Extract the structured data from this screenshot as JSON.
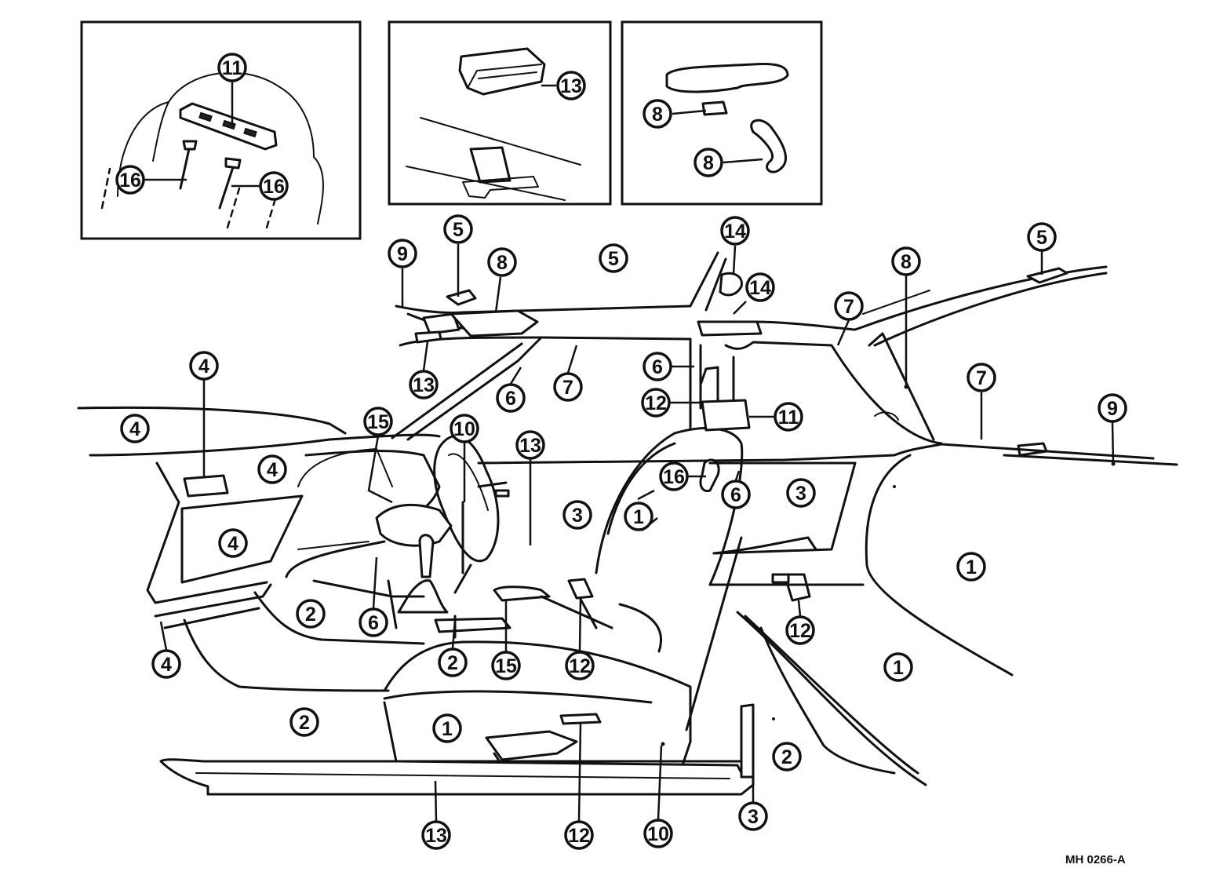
{
  "diagram_code": "MH  0266-A",
  "part_numbers": {
    "p1": "1",
    "p2": "2",
    "p3": "3",
    "p4": "4",
    "p5": "5",
    "p6": "6",
    "p7": "7",
    "p8": "8",
    "p9": "9",
    "p10": "10",
    "p11": "11",
    "p12": "12",
    "p13": "13",
    "p14": "14",
    "p15": "15",
    "p16": "16"
  }
}
